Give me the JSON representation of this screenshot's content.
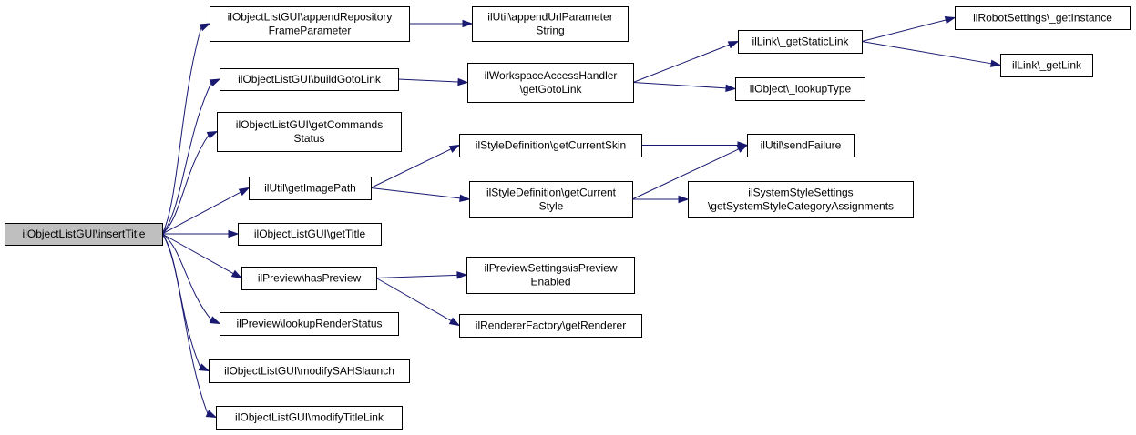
{
  "colors": {
    "edge": "#191970",
    "node_fill": "#ffffff",
    "root_fill": "#bfbfbf",
    "border": "#000000"
  },
  "nodes": [
    {
      "id": "n0",
      "root": true,
      "lines": [
        "ilObjectListGUI\\insertTitle"
      ]
    },
    {
      "id": "n1",
      "lines": [
        "ilObjectListGUI\\appendRepository",
        "FrameParameter"
      ]
    },
    {
      "id": "n2",
      "lines": [
        "ilObjectListGUI\\buildGotoLink"
      ]
    },
    {
      "id": "n3",
      "lines": [
        "ilObjectListGUI\\getCommands",
        "Status"
      ]
    },
    {
      "id": "n4",
      "lines": [
        "ilUtil\\getImagePath"
      ]
    },
    {
      "id": "n5",
      "lines": [
        "ilObjectListGUI\\getTitle"
      ]
    },
    {
      "id": "n6",
      "lines": [
        "ilPreview\\hasPreview"
      ]
    },
    {
      "id": "n7",
      "lines": [
        "ilPreview\\lookupRenderStatus"
      ]
    },
    {
      "id": "n8",
      "lines": [
        "ilObjectListGUI\\modifySAHSlaunch"
      ]
    },
    {
      "id": "n9",
      "lines": [
        "ilObjectListGUI\\modifyTitleLink"
      ]
    },
    {
      "id": "n10",
      "lines": [
        "ilUtil\\appendUrlParameter",
        "String"
      ]
    },
    {
      "id": "n11",
      "lines": [
        "ilWorkspaceAccessHandler",
        "\\getGotoLink"
      ]
    },
    {
      "id": "n12",
      "lines": [
        "ilStyleDefinition\\getCurrentSkin"
      ]
    },
    {
      "id": "n13",
      "lines": [
        "ilStyleDefinition\\getCurrent",
        "Style"
      ]
    },
    {
      "id": "n14",
      "lines": [
        "ilPreviewSettings\\isPreview",
        "Enabled"
      ]
    },
    {
      "id": "n15",
      "lines": [
        "ilRendererFactory\\getRenderer"
      ]
    },
    {
      "id": "n16",
      "lines": [
        "ilLink\\_getStaticLink"
      ]
    },
    {
      "id": "n17",
      "lines": [
        "ilObject\\_lookupType"
      ]
    },
    {
      "id": "n18",
      "lines": [
        "ilUtil\\sendFailure"
      ]
    },
    {
      "id": "n19",
      "lines": [
        "ilSystemStyleSettings",
        "\\getSystemStyleCategoryAssignments"
      ]
    },
    {
      "id": "n20",
      "lines": [
        "ilRobotSettings\\_getInstance"
      ]
    },
    {
      "id": "n21",
      "lines": [
        "ilLink\\_getLink"
      ]
    }
  ],
  "edges": [
    {
      "from": "n0",
      "to": "n1"
    },
    {
      "from": "n0",
      "to": "n2"
    },
    {
      "from": "n0",
      "to": "n3"
    },
    {
      "from": "n0",
      "to": "n4"
    },
    {
      "from": "n0",
      "to": "n5"
    },
    {
      "from": "n0",
      "to": "n6"
    },
    {
      "from": "n0",
      "to": "n7"
    },
    {
      "from": "n0",
      "to": "n8"
    },
    {
      "from": "n0",
      "to": "n9"
    },
    {
      "from": "n1",
      "to": "n10"
    },
    {
      "from": "n2",
      "to": "n11"
    },
    {
      "from": "n11",
      "to": "n16"
    },
    {
      "from": "n11",
      "to": "n17"
    },
    {
      "from": "n16",
      "to": "n20"
    },
    {
      "from": "n16",
      "to": "n21"
    },
    {
      "from": "n4",
      "to": "n12"
    },
    {
      "from": "n4",
      "to": "n13"
    },
    {
      "from": "n12",
      "to": "n18"
    },
    {
      "from": "n13",
      "to": "n18"
    },
    {
      "from": "n13",
      "to": "n19"
    },
    {
      "from": "n6",
      "to": "n14"
    },
    {
      "from": "n6",
      "to": "n15"
    }
  ]
}
